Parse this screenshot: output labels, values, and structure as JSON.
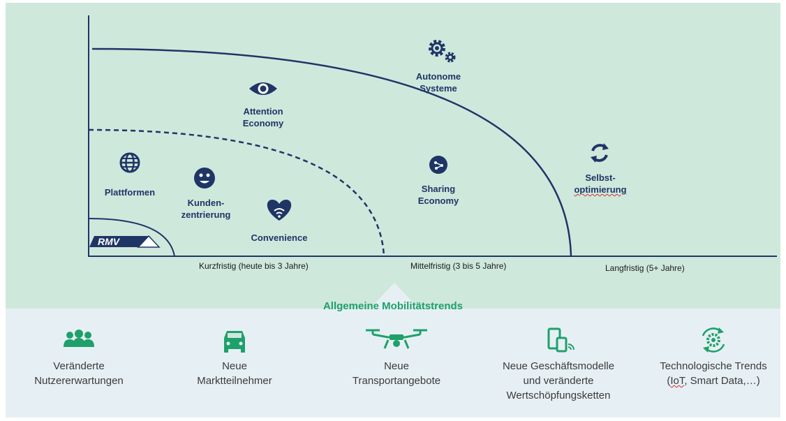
{
  "diagram": {
    "axis_labels": {
      "short": "Kurzfristig (heute bis 3 Jahre)",
      "mid": "Mittelfristig (3 bis 5 Jahre)",
      "long": "Langfristig (5+ Jahre)"
    },
    "logo_text": "RMV",
    "items": {
      "plattformen": "Plattformen",
      "kundenzentrierung": "Kunden-\nzentrierung",
      "convenience": "Convenience",
      "attention": "Attention\nEconomy",
      "sharing": "Sharing\nEconomy",
      "autonome": "Autonome\nSysteme",
      "selbst_line1": "Selbst-",
      "selbst_line2": "optimierung"
    },
    "icons": {
      "plattformen": "globe-icon",
      "kundenzentrierung": "smiley-icon",
      "convenience": "heart-wifi-icon",
      "attention": "eye-icon",
      "sharing": "share-icon",
      "autonome": "gears-icon",
      "selbst": "refresh-icon"
    }
  },
  "trends": {
    "title": "Allgemeine Mobilitätstrends",
    "items": [
      {
        "icon": "people-icon",
        "label": "Veränderte\nNutzererwartungen"
      },
      {
        "icon": "car-icon",
        "label": "Neue\nMarktteilnehmer"
      },
      {
        "icon": "drone-icon",
        "label": "Neue\nTransportangebote"
      },
      {
        "icon": "devices-icon",
        "label": "Neue Geschäftsmodelle\nund veränderte\nWertschöpfungsketten"
      },
      {
        "icon": "tech-gear-icon",
        "label_line1": "Technologische Trends",
        "label_line2_a": "IoT",
        "label_line2_b": ", Smart Data,…)"
      }
    ]
  },
  "colors": {
    "top_bg": "#cfe8dc",
    "bottom_bg": "#e6f0f4",
    "navy": "#1f3566",
    "green": "#1fa06a"
  }
}
